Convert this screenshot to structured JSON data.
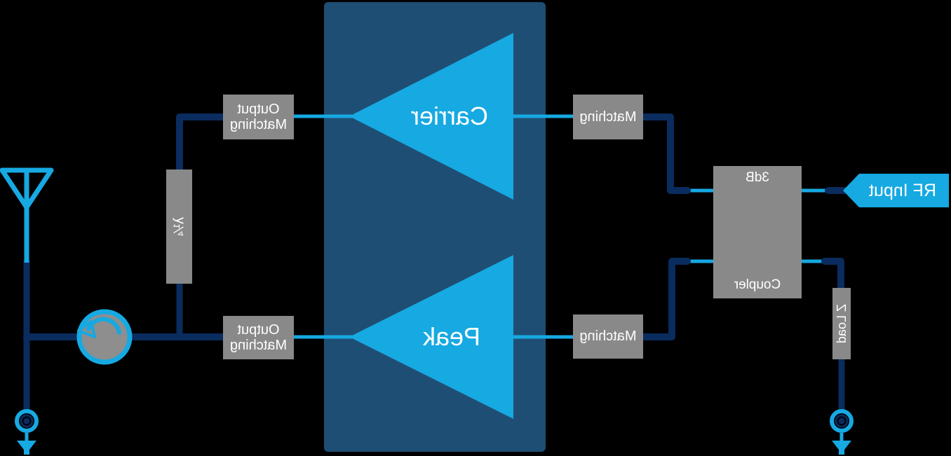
{
  "colors": {
    "bg": "#000000",
    "cyan": "#16a9e2",
    "navy": "#0a2c5e",
    "amp": "#1f4e74",
    "gray": "#898989",
    "circgray": "#8e8e8e",
    "white": "#ffffff"
  },
  "labels": {
    "rf_input": "RF Input",
    "coupler_ratio": "3dB",
    "coupler": "Coupler",
    "matching_top": "Matching",
    "matching_bottom": "Matching",
    "carrier": "Carrier",
    "peak": "Peak",
    "output_matching_top": "Output Matching",
    "output_matching_bottom": "Output Matching",
    "quarter_wave": "λ¼",
    "z_load": "Z Load"
  }
}
